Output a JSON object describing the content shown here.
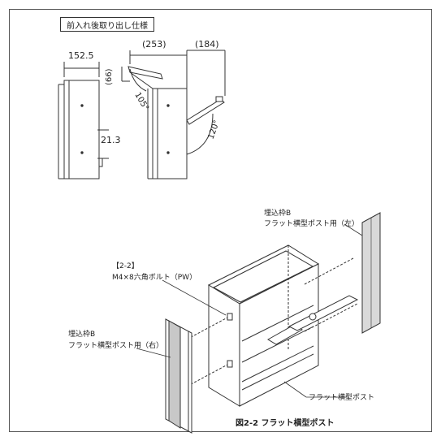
{
  "top_section": {
    "title": "前入れ後取り出し仕様",
    "dims": {
      "depth_left": "152.5",
      "open_top": "(253)",
      "open_right": "(184)",
      "height_66": "(66)",
      "angle_105": "105°",
      "angle_120": "120°",
      "dim_213": "21.3"
    }
  },
  "bottom_section": {
    "label_left_frame": [
      "埋込枠B",
      "フラット横型ポスト用（左）"
    ],
    "label_right_frame": [
      "埋込枠B",
      "フラット横型ポスト用（右）"
    ],
    "label_bolt": [
      "【2-2】",
      "M4×8六角ボルト（PW）"
    ],
    "label_post": "フラット横型ポスト",
    "figure_caption": "図2-2  フラット横型ポスト"
  },
  "colors": {
    "line": "#333333",
    "panel_fill": "#d9d9d9",
    "frame_fill": "#c8c8c8"
  }
}
